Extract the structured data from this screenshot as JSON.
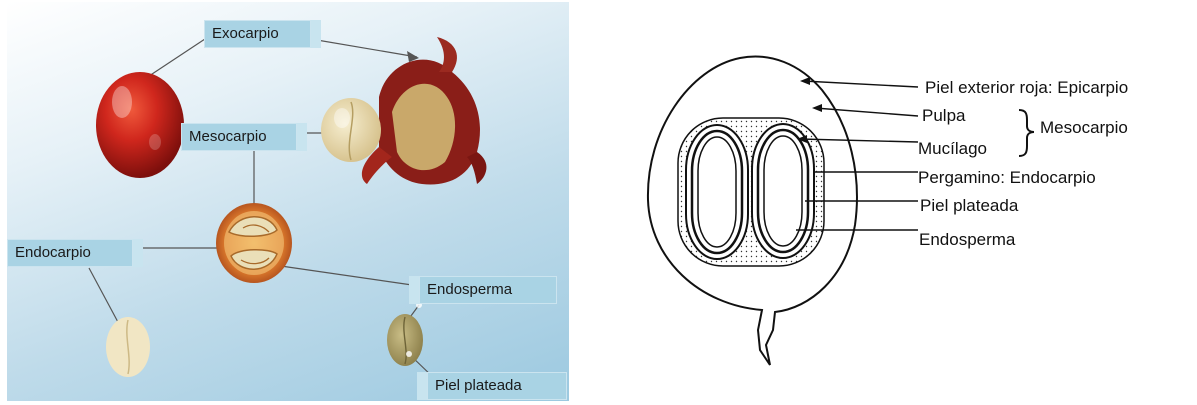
{
  "photo_labels": {
    "exocarpio": "Exocarpio",
    "mesocarpio": "Mesocarpio",
    "endocarpio": "Endocarpio",
    "endosperma": "Endosperma",
    "piel_plateada": "Piel plateada"
  },
  "diagram_labels": {
    "epicarpio": "Piel exterior roja: Epicarpio",
    "pulpa": "Pulpa",
    "mucilago": "Mucílago",
    "mesocarpio": "Mesocarpio",
    "pergamino": "Pergamino: Endocarpio",
    "piel_plateada": "Piel plateada",
    "endosperma": "Endosperma"
  },
  "colors": {
    "label_box": "#a9d3e4",
    "cherry_red": "#c8251c",
    "bean_cream": "#eadfb8"
  }
}
